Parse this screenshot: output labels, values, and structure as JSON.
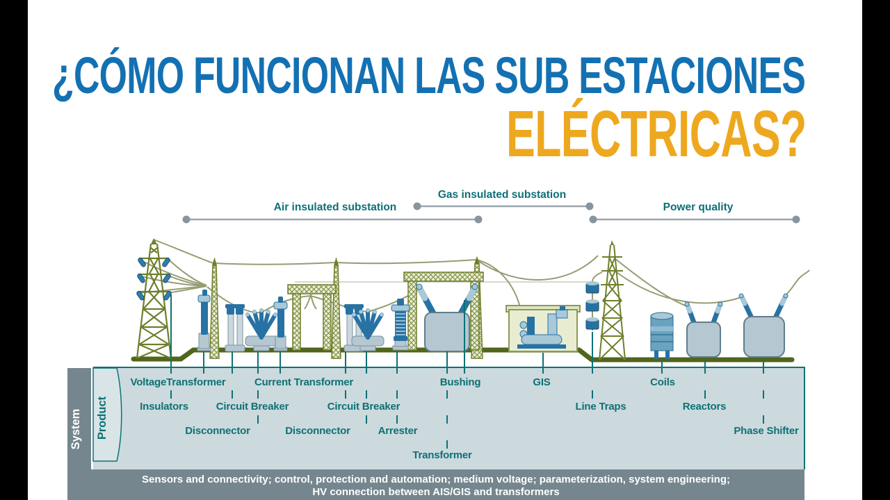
{
  "title": {
    "line1": "¿CÓMO FUNCIONAN LAS SUB ESTACIONES",
    "line2": "ELÉCTRICAS?"
  },
  "sections": {
    "air": "Air insulated substation",
    "gas": "Gas insulated substation",
    "power": "Power quality"
  },
  "axes": {
    "system": "System",
    "product": "Product"
  },
  "labels": {
    "voltage_transformer": "VoltageTransformer",
    "insulators": "Insulators",
    "circuit_breaker_1": "Circuit Breaker",
    "disconnector_1": "Disconnector",
    "current_transformer": "Current Transformer",
    "circuit_breaker_2": "Circuit Breaker",
    "disconnector_2": "Disconnector",
    "arrester": "Arrester",
    "bushing": "Bushing",
    "transformer": "Transformer",
    "gis": "GIS",
    "line_traps": "Line Traps",
    "coils": "Coils",
    "reactors": "Reactors",
    "phase_shifter": "Phase Shifter"
  },
  "footer": {
    "line1": "Sensors and connectivity; control, protection and automation; medium voltage; parameterization, system engineering;",
    "line2": "HV connection between AIS/GIS and transformers"
  },
  "colors": {
    "title_blue": "#1371b3",
    "title_orange": "#eea81f",
    "teal_text": "#0e7175",
    "header_teal": "#0c7078",
    "structure_olive": "#6d7f2b",
    "ground_olive": "#4f661c",
    "slate_band": "#75868e",
    "panel_bg": "#ccdade",
    "equipment_blue": "#2772a3",
    "equipment_light_blue": "#a9c8d8",
    "equipment_gray": "#b5c7d1",
    "gis_wall": "#e8edd2",
    "wire": "#969c72",
    "dot_gray": "#8795a0"
  }
}
